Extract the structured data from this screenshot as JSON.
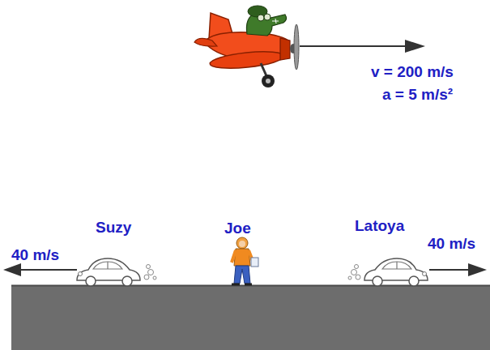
{
  "diagram": {
    "labels": [
      "v = 200 m/s",
      "a = 5 m/s²",
      "40 m/s",
      "Suzy",
      "Joe",
      "Latoya",
      "40 m/s"
    ]
  }
}
